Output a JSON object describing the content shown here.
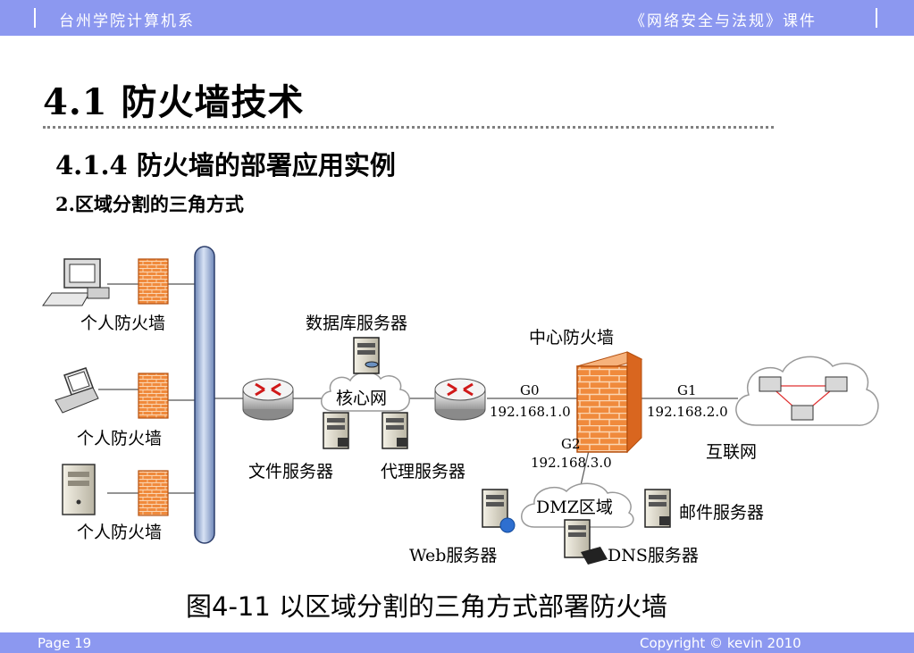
{
  "header": {
    "left_text": "台州学院计算机系",
    "right_text": "《网络安全与法规》课件"
  },
  "title": "4.1 防火墙技术",
  "subtitle": "4.1.4 防火墙的部署应用实例",
  "section": "2.区域分割的三角方式",
  "diagram": {
    "personal_firewall_label": "个人防火墙",
    "database_server": "数据库服务器",
    "core_network": "核心网",
    "file_server": "文件服务器",
    "proxy_server": "代理服务器",
    "central_firewall": "中心防火墙",
    "g0_label": "G0",
    "g0_ip": "192.168.1.0",
    "g1_label": "G1",
    "g1_ip": "192.168.2.0",
    "g2_label": "G2",
    "g2_ip": "192.168.3.0",
    "internet": "互联网",
    "dmz": "DMZ区域",
    "mail_server": "邮件服务器",
    "web_server": "Web服务器",
    "dns_server": "DNS服务器"
  },
  "caption": "图4-11 以区域分割的三角方式部署防火墙",
  "footer": {
    "page": "Page 19",
    "copyright": "Copyright © kevin 2010"
  }
}
